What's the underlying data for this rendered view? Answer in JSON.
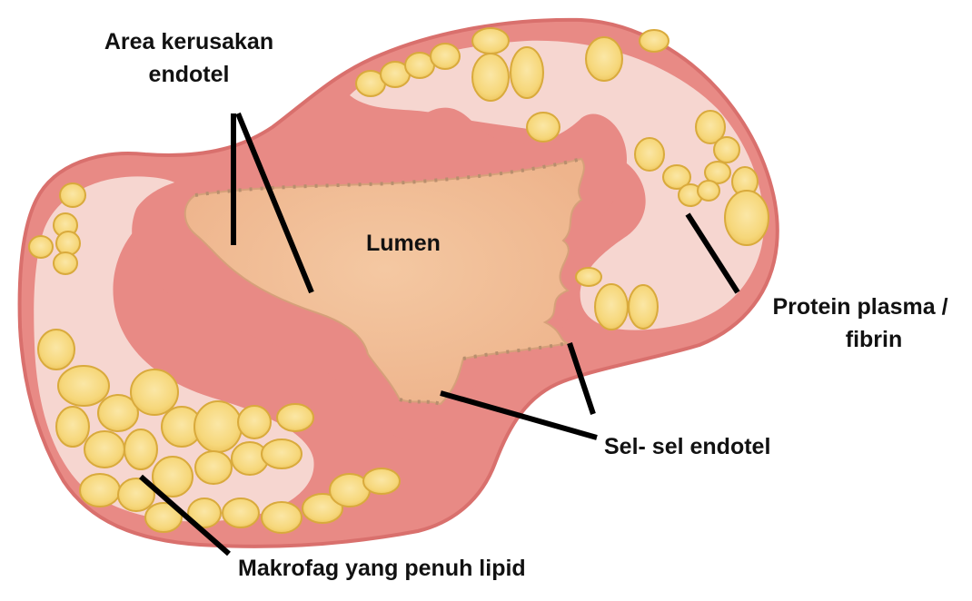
{
  "labels": {
    "endothelial_damage_line1": "Area kerusakan",
    "endothelial_damage_line2": "endotel",
    "lumen": "Lumen",
    "protein_line1": "Protein plasma /",
    "protein_line2": "fibrin",
    "endothelial_cells": "Sel- sel endotel",
    "macrophage": "Makrofag yang penuh lipid"
  },
  "colors": {
    "vessel_wall": "#e88a85",
    "vessel_wall_outline": "#d9706d",
    "pale_region": "#f6d6d0",
    "lumen": "#f2bd95",
    "lumen_edge": "#b88e6e",
    "lipid_cell": "#f6d77a",
    "lipid_cell_edge": "#d9aa3c",
    "pointer_line": "#000000"
  }
}
